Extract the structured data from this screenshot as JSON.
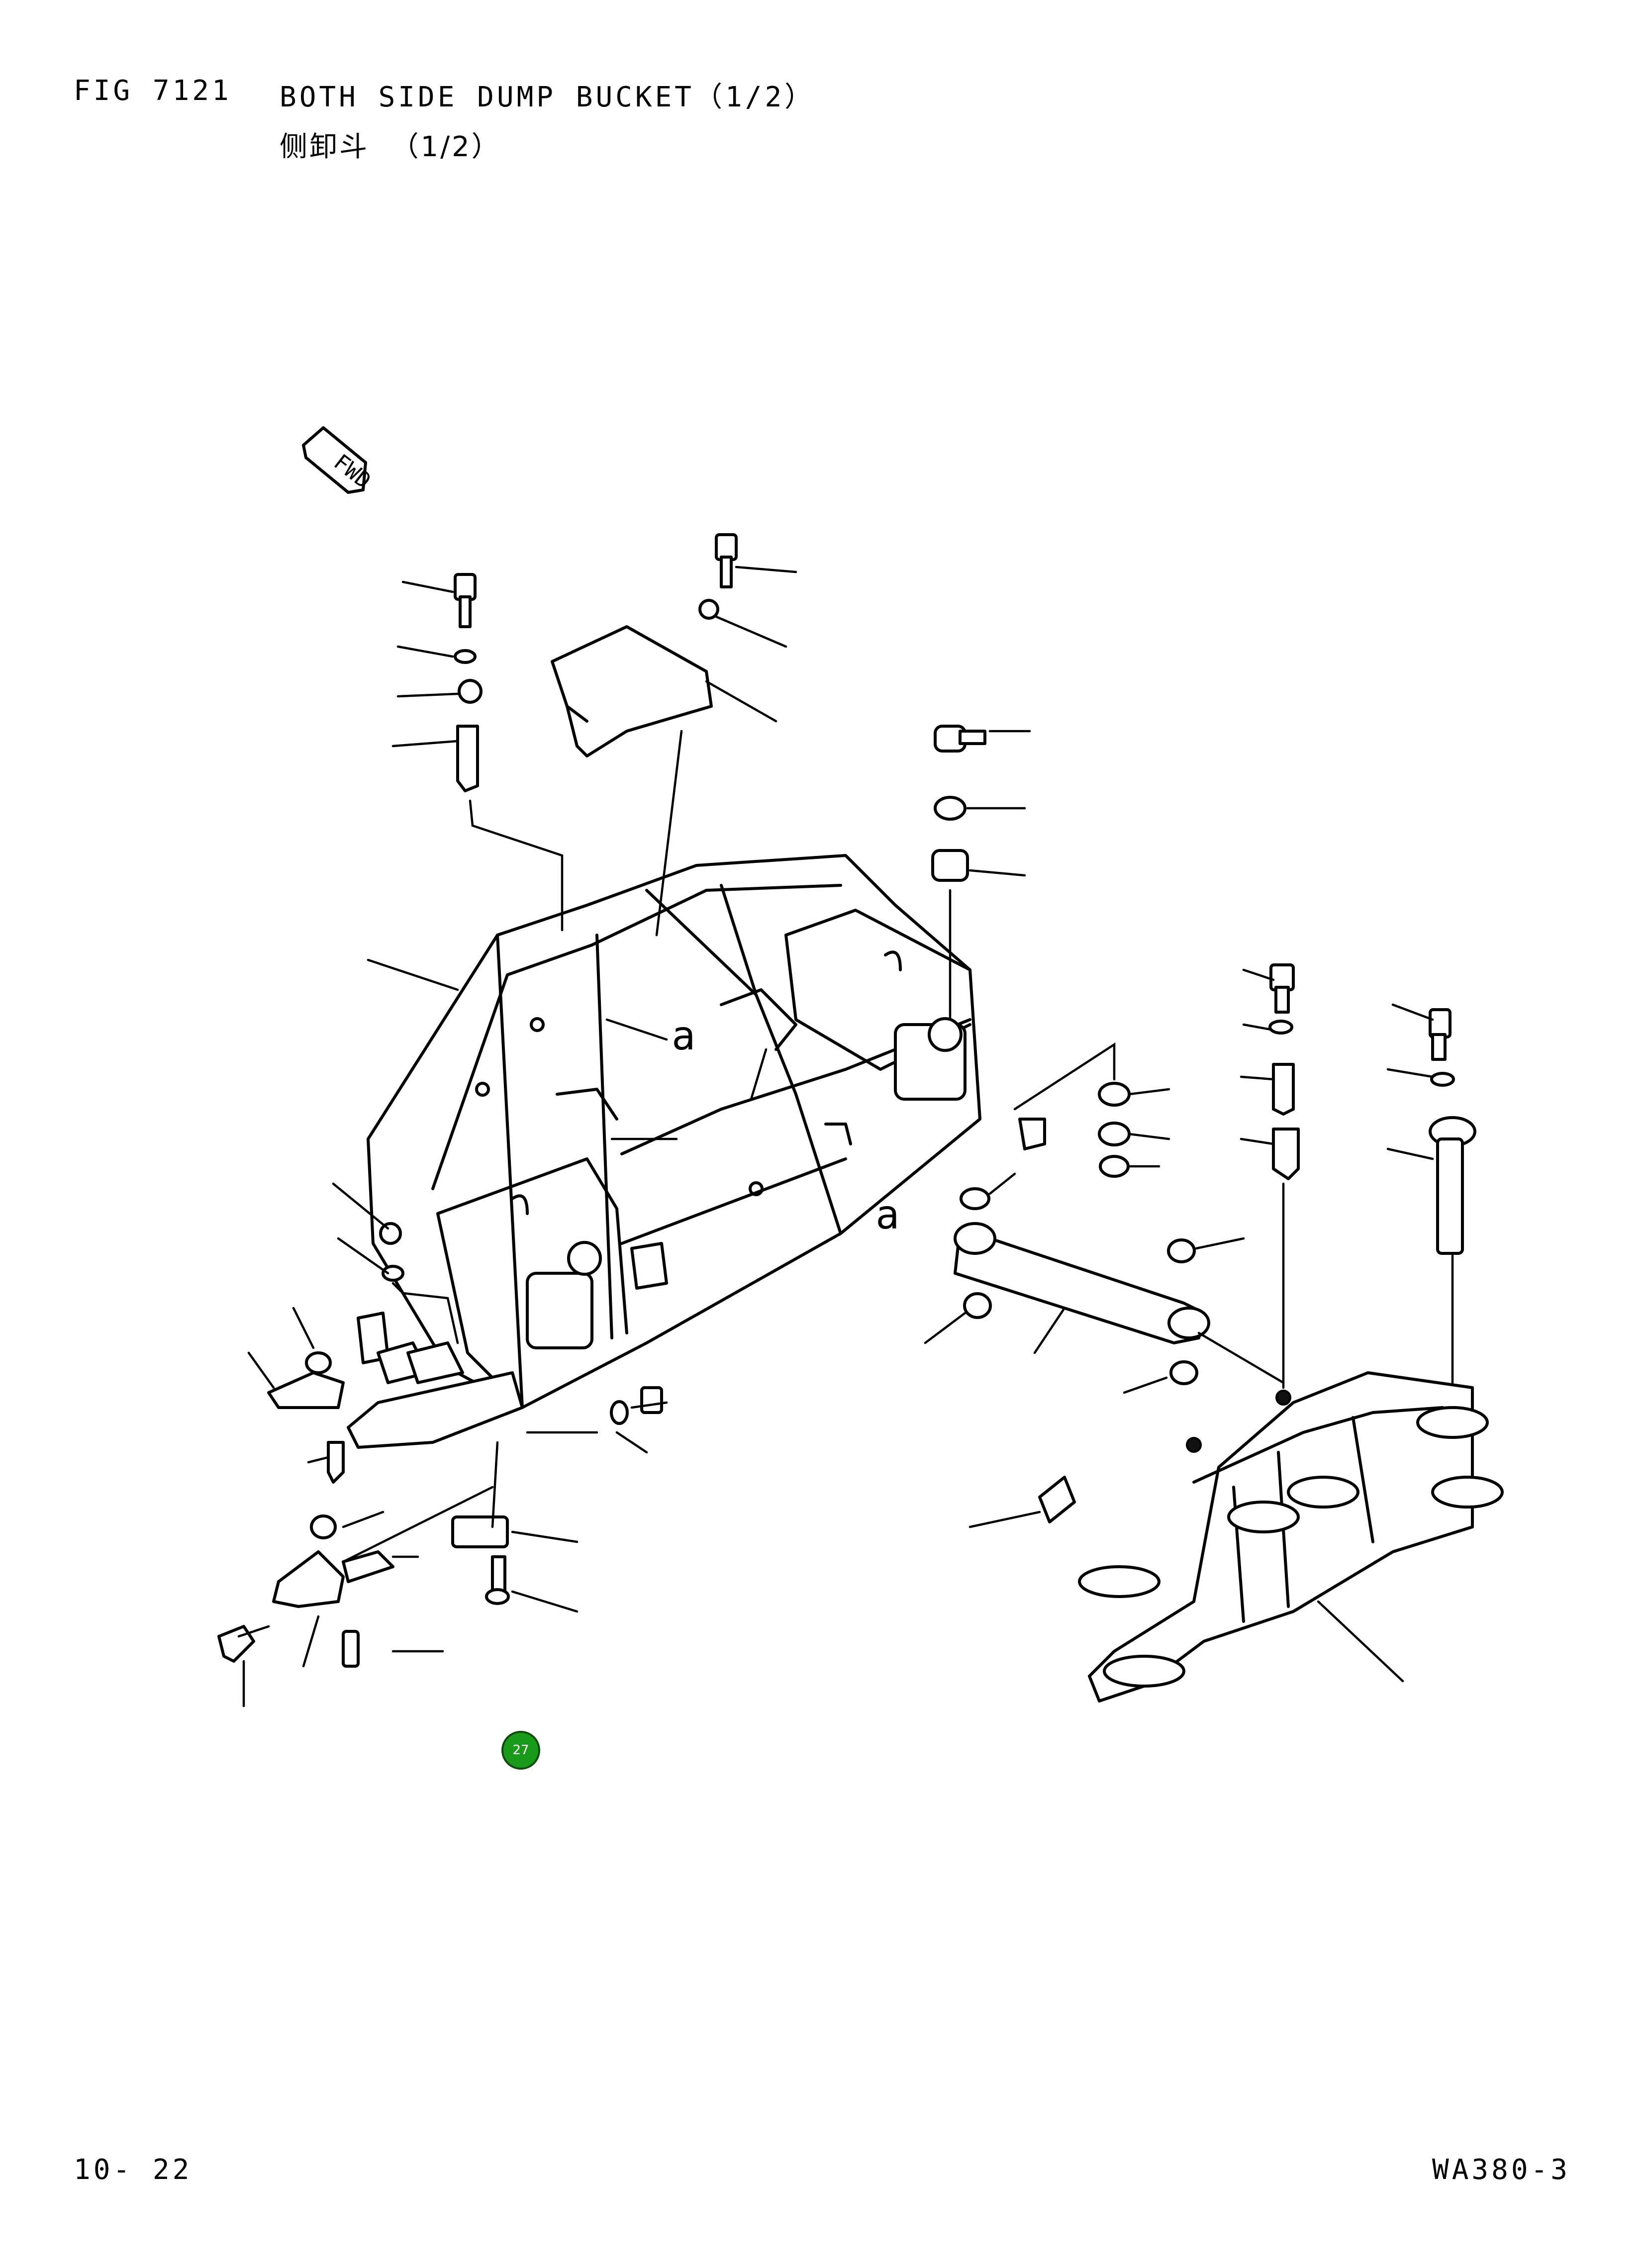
{
  "header": {
    "fig_no": "FIG 7121",
    "title": "BOTH SIDE DUMP BUCKET（1/2）",
    "subtitle": "侧卸斗  （1/2）"
  },
  "drawing": {
    "forward_mark": "FWD",
    "labels": [
      "a",
      "a"
    ]
  },
  "marker": {
    "text": "27",
    "color": "#1a9a1a"
  },
  "footer": {
    "page": "10- 22",
    "model": "WA380-3"
  }
}
